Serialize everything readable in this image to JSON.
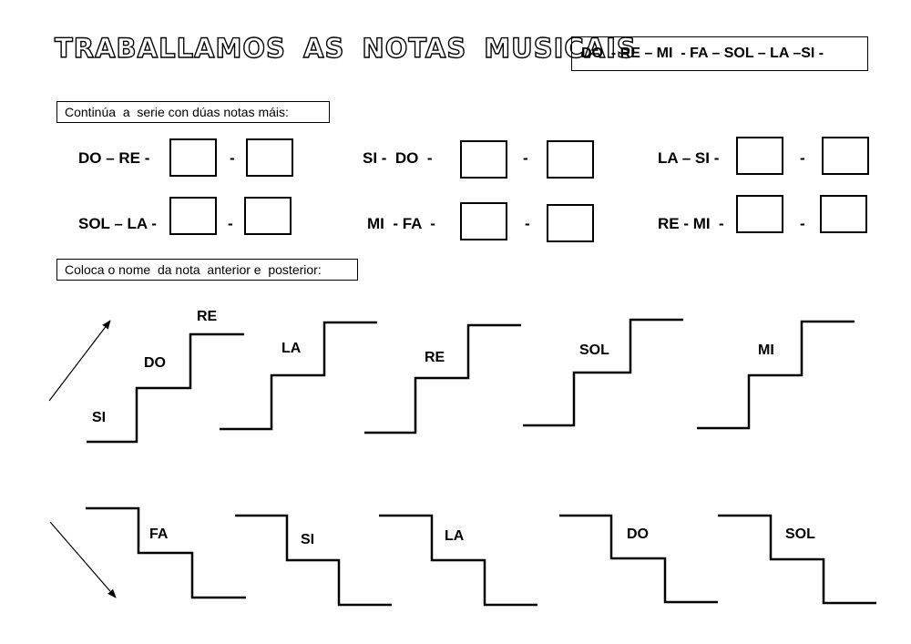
{
  "title": "TRABALLAMOS AS NOTAS MUSICAIS",
  "notes_scale": "DO  - RE – MI  - FA – SOL – LA –SI -",
  "instructions": {
    "series": "Continúa  a  serie con dúas notas máis:",
    "neighbors": "Coloca o nome  da nota  anterior e  posterior:"
  },
  "series_exercises": [
    {
      "prompt": "DO – RE -",
      "separator": "-"
    },
    {
      "prompt": "SI -  DO  -",
      "separator": "-"
    },
    {
      "prompt": "LA – SI -",
      "separator": "-"
    },
    {
      "prompt": "SOL – LA -",
      "separator": "-"
    },
    {
      "prompt": "MI  - FA  -",
      "separator": "-"
    },
    {
      "prompt": "RE - MI  -",
      "separator": "-"
    }
  ],
  "ascending_example": {
    "low": "SI",
    "mid": "DO",
    "high": "RE"
  },
  "ascending_stairs": [
    "LA",
    "RE",
    "SOL",
    "MI"
  ],
  "descending_stairs": [
    "FA",
    "SI",
    "LA",
    "DO",
    "SOL"
  ]
}
